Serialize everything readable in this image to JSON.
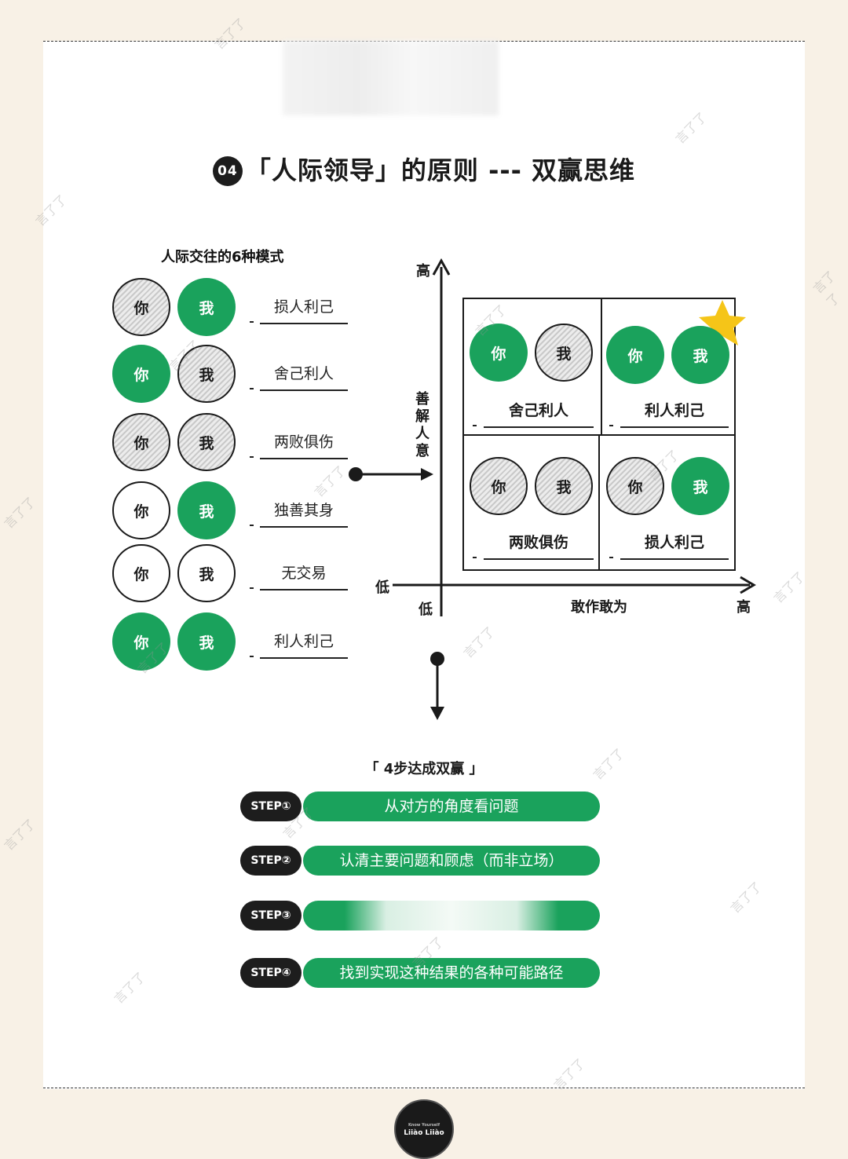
{
  "header": {
    "number": "04",
    "title": "「人际领导」的原则 --- 双赢思维"
  },
  "modes": {
    "title": "人际交往的6种模式",
    "rows": [
      {
        "you": "你",
        "me": "我",
        "you_style": "hatched",
        "me_style": "green",
        "label": "损人利己"
      },
      {
        "you": "你",
        "me": "我",
        "you_style": "green",
        "me_style": "hatched",
        "label": "舍己利人"
      },
      {
        "you": "你",
        "me": "我",
        "you_style": "hatched",
        "me_style": "hatched",
        "label": "两败俱伤"
      },
      {
        "you": "你",
        "me": "我",
        "you_style": "white",
        "me_style": "green",
        "label": "独善其身"
      },
      {
        "you": "你",
        "me": "我",
        "you_style": "white",
        "me_style": "white",
        "label": "无交易"
      },
      {
        "you": "你",
        "me": "我",
        "you_style": "green",
        "me_style": "green",
        "label": "利人利己"
      }
    ]
  },
  "matrix": {
    "y_axis": {
      "high": "高",
      "low": "低",
      "label": "善解人意"
    },
    "x_axis": {
      "high": "高",
      "low": "低",
      "label": "敢作敢为"
    },
    "quadrants": [
      {
        "position": "top-left",
        "you": "你",
        "me": "我",
        "you_style": "green",
        "me_style": "hatched",
        "label": "舍己利人"
      },
      {
        "position": "top-right",
        "you": "你",
        "me": "我",
        "you_style": "green",
        "me_style": "green",
        "label": "利人利己",
        "starred": true
      },
      {
        "position": "bottom-left",
        "you": "你",
        "me": "我",
        "you_style": "hatched",
        "me_style": "hatched",
        "label": "两败俱伤"
      },
      {
        "position": "bottom-right",
        "you": "你",
        "me": "我",
        "you_style": "hatched",
        "me_style": "green",
        "label": "损人利己"
      }
    ]
  },
  "steps": {
    "title": "「 4步达成双赢 」",
    "items": [
      {
        "badge": "STEP①",
        "text": "从对方的角度看问题",
        "blurred": false
      },
      {
        "badge": "STEP②",
        "text": "认清主要问题和顾虑（而非立场）",
        "blurred": false
      },
      {
        "badge": "STEP③",
        "text": "",
        "blurred": true
      },
      {
        "badge": "STEP④",
        "text": "找到实现这种结果的各种可能路径",
        "blurred": false
      }
    ]
  },
  "footer_logo": {
    "tagline": "Know Yourself",
    "text": "Liiào Liiào"
  },
  "watermark": "言了了",
  "colors": {
    "green": "#1aa25c",
    "dark": "#1d1d1d",
    "background": "#f8f1e6",
    "star": "#f5c518"
  }
}
